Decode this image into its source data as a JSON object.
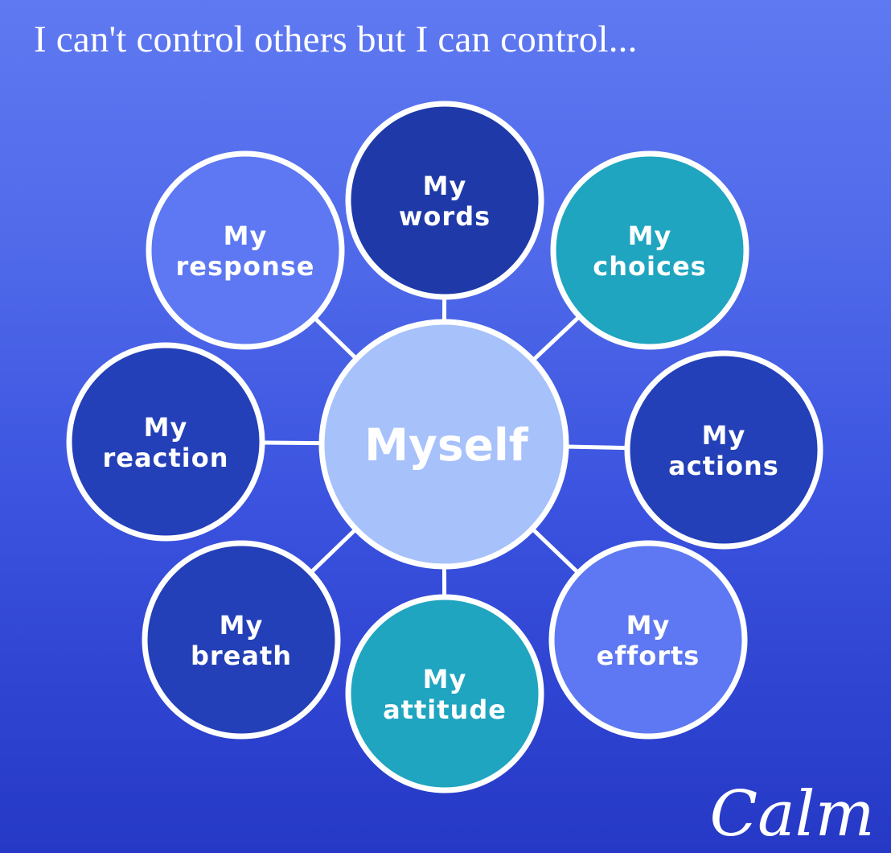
{
  "title": "I can't control others but I can control...",
  "center": {
    "label": "Myself",
    "color": "#a7c1fb"
  },
  "nodes": [
    {
      "id": "words",
      "lines": [
        "My",
        "words"
      ],
      "color": "#1f3aa8"
    },
    {
      "id": "choices",
      "lines": [
        "My",
        "choices"
      ],
      "color": "#1fa5c0"
    },
    {
      "id": "actions",
      "lines": [
        "My",
        "actions"
      ],
      "color": "#2440b8"
    },
    {
      "id": "efforts",
      "lines": [
        "My",
        "efforts"
      ],
      "color": "#5d78f2"
    },
    {
      "id": "attitude",
      "lines": [
        "My",
        "attitude"
      ],
      "color": "#1fa5c0"
    },
    {
      "id": "breath",
      "lines": [
        "My",
        "breath"
      ],
      "color": "#2440b8"
    },
    {
      "id": "reaction",
      "lines": [
        "My",
        "reaction"
      ],
      "color": "#2440b8"
    },
    {
      "id": "response",
      "lines": [
        "My",
        "response"
      ],
      "color": "#5d78f2"
    }
  ],
  "logo": {
    "text": "Calm"
  },
  "colors": {
    "outline": "#ffffff"
  }
}
